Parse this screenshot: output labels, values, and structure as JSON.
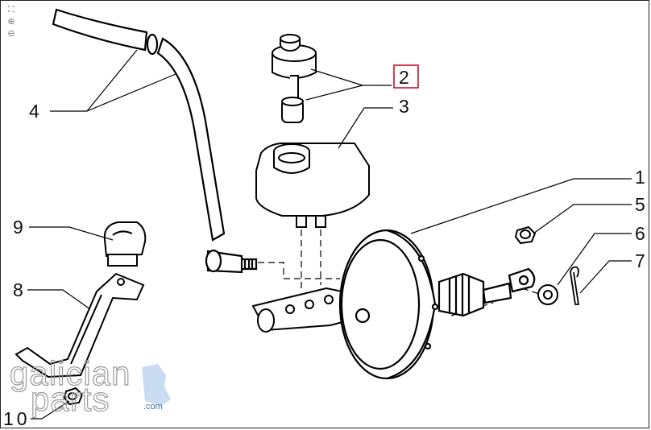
{
  "toolbar": {
    "fit_icon": "fit-page-icon",
    "zoom_in_icon": "zoom-in-icon",
    "zoom_out_icon": "zoom-out-icon"
  },
  "callouts": {
    "c1": "1",
    "c2": "2",
    "c3": "3",
    "c4": "4",
    "c5": "5",
    "c6": "6",
    "c7": "7",
    "c8": "8",
    "c9": "9",
    "c10": "10"
  },
  "highlight_color": "#c8102e",
  "watermark": {
    "line1": "galician",
    "line2": "parts",
    "domain": ".com",
    "accent": "#bcd3ee"
  }
}
